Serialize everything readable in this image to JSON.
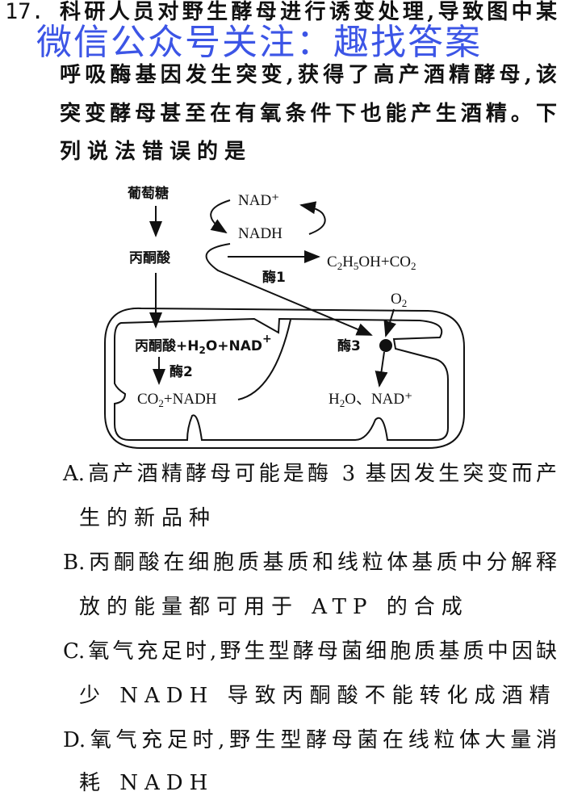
{
  "question": {
    "number": "17.",
    "lines": [
      "科研人员对野生酵母进行诱变处理,导致图中某",
      "呼吸酶基因发生突变,获得了高产酒精酵母,该",
      "突变酵母甚至在有氧条件下也能产生酒精。下",
      "列说法错误的是"
    ]
  },
  "watermark": "微信公众号关注：趣找答案",
  "diagram": {
    "glucose": "葡萄糖",
    "pyruvate": "丙酮酸",
    "nad_plus": "NAD⁺",
    "nadh": "NADH",
    "ethanol": {
      "c": "C",
      "s1": "2",
      "h": "H",
      "s2": "5",
      "rest": "OH+CO",
      "s3": "2"
    },
    "enzyme1": "酶1",
    "o2": {
      "o": "O",
      "s": "2"
    },
    "mito_reactants": {
      "a": "丙酮酸+H",
      "s": "2",
      "b": "O+NAD",
      "sup": "+"
    },
    "enzyme2": "酶2",
    "enzyme3": "酶3",
    "mito_products": {
      "a": "CO",
      "s": "2",
      "b": "+NADH"
    },
    "water_nad": {
      "a": "H",
      "s": "2",
      "b": "O、NAD⁺"
    }
  },
  "options": [
    {
      "lines": [
        "A.高产酒精酵母可能是酶 3 基因发生突变而产",
        "生的新品种"
      ]
    },
    {
      "lines": [
        "B.丙酮酸在细胞质基质和线粒体基质中分解释",
        "放的能量都可用于 ATP 的合成"
      ]
    },
    {
      "lines": [
        "C.氧气充足时,野生型酵母菌细胞质基质中因缺",
        "少 NADH 导致丙酮酸不能转化成酒精"
      ]
    },
    {
      "lines": [
        "D.氧气充足时,野生型酵母菌在线粒体大量消",
        "耗 NADH"
      ]
    }
  ]
}
